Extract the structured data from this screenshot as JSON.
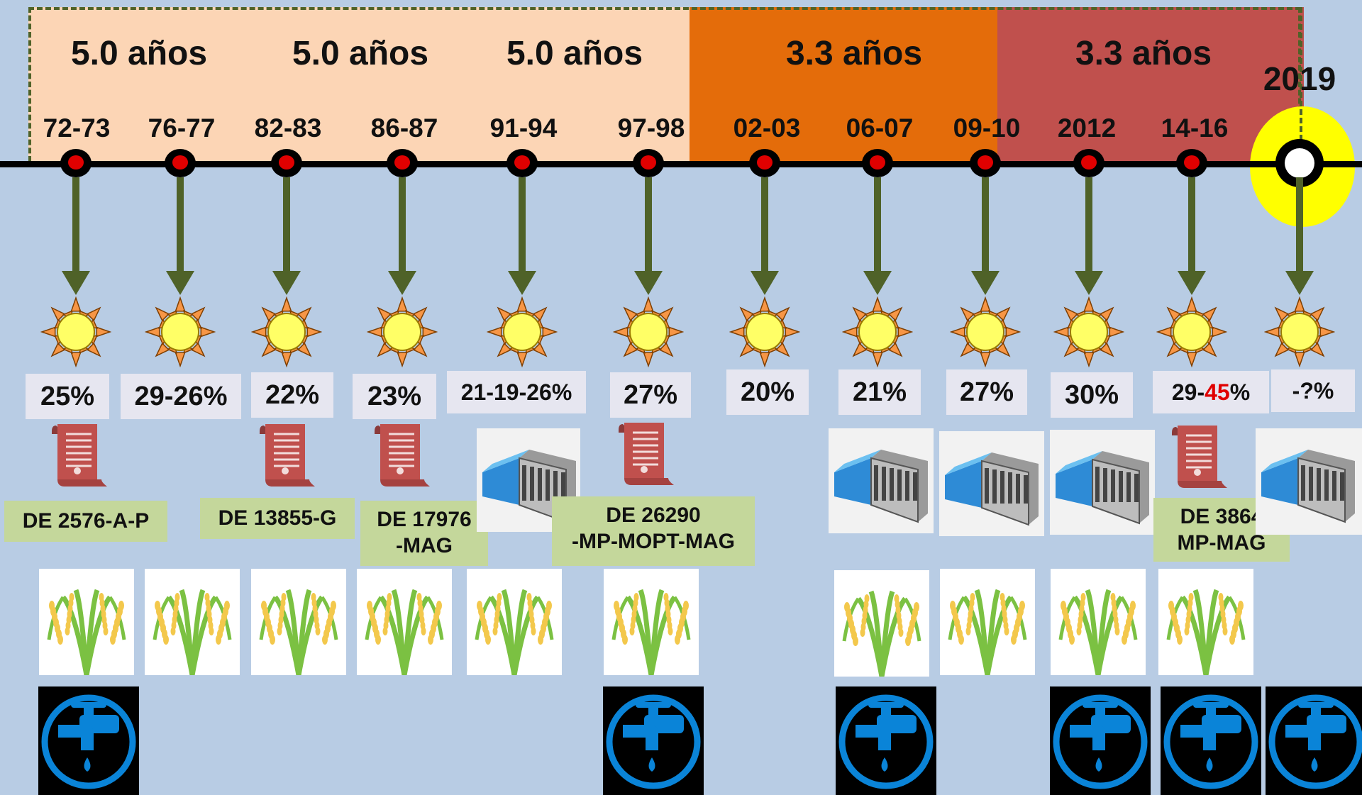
{
  "periods": [
    {
      "label": "5.0 años"
    },
    {
      "label": "5.0 años"
    },
    {
      "label": "5.0 años"
    },
    {
      "label": "3.3 años"
    },
    {
      "label": "3.3 años"
    }
  ],
  "final_year": "2019",
  "events": [
    {
      "year": "72-73",
      "pct_parts": [
        "25%"
      ],
      "decree": "DE 2576-A-P",
      "has_decree_icon": true,
      "has_dam": false,
      "has_rice": true,
      "has_water": true
    },
    {
      "year": "76-77",
      "pct_parts": [
        "29-26%"
      ],
      "has_decree_icon": false,
      "has_dam": false,
      "has_rice": true,
      "has_water": false
    },
    {
      "year": "82-83",
      "pct_parts": [
        "22%"
      ],
      "decree": "DE 13855-G",
      "has_decree_icon": true,
      "has_dam": false,
      "has_rice": true,
      "has_water": false
    },
    {
      "year": "86-87",
      "pct_parts": [
        "23%"
      ],
      "decree_lines": [
        "DE 17976",
        "-MAG"
      ],
      "has_decree_icon": true,
      "has_dam": false,
      "has_rice": true,
      "has_water": false
    },
    {
      "year": "91-94",
      "pct_parts": [
        "21-19-26%"
      ],
      "has_decree_icon": false,
      "has_dam": true,
      "has_rice": true,
      "has_water": false
    },
    {
      "year": "97-98",
      "pct_parts": [
        "27%"
      ],
      "decree_lines": [
        "DE 26290",
        "-MP-MOPT-MAG"
      ],
      "has_decree_icon": true,
      "has_dam": false,
      "has_rice": true,
      "has_water": true
    },
    {
      "year": "02-03",
      "pct_parts": [
        "20%"
      ],
      "has_decree_icon": false,
      "has_dam": false,
      "has_rice": false,
      "has_water": false
    },
    {
      "year": "06-07",
      "pct_parts": [
        "21%"
      ],
      "has_decree_icon": false,
      "has_dam": true,
      "has_rice": true,
      "has_water": true
    },
    {
      "year": "09-10",
      "pct_parts": [
        "27%"
      ],
      "has_decree_icon": false,
      "has_dam": true,
      "has_rice": true,
      "has_water": false
    },
    {
      "year": "2012",
      "pct_parts": [
        "30%"
      ],
      "has_decree_icon": false,
      "has_dam": true,
      "has_rice": true,
      "has_water": true
    },
    {
      "year": "14-16",
      "pct_parts": [
        "29-",
        "45",
        "%"
      ],
      "decree_lines": [
        "DE 3864",
        "MP-MAG"
      ],
      "has_decree_icon": true,
      "has_dam": false,
      "has_rice": true,
      "has_water": true
    },
    {
      "year": "2019",
      "pct_parts": [
        "-?%"
      ],
      "has_decree_icon": false,
      "has_dam": true,
      "has_rice": false,
      "has_water": true
    }
  ],
  "colors": {
    "background": "#b8cce4",
    "band_peach": "#fcd5b5",
    "band_orange": "#e46c0a",
    "band_red": "#c0504d",
    "arrow": "#4f6228",
    "label_bg": "#c4d79b",
    "pct_bg": "#e6e6f0",
    "highlight": "#e00000",
    "sun": "#ffff66",
    "water": "#0a84d8"
  },
  "icons": {
    "sun": "sun-icon",
    "decree": "scroll-icon",
    "dam": "dam-icon",
    "rice": "rice-plant-icon",
    "water": "water-tap-icon"
  }
}
